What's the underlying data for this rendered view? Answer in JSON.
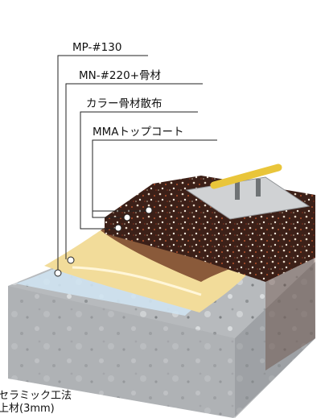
{
  "layers": [
    {
      "label": "MP-#130"
    },
    {
      "label": "MN-#220+骨材"
    },
    {
      "label": "カラー骨材散布"
    },
    {
      "label": "MMAトップコート"
    }
  ],
  "caption": {
    "line1": "セラミック工法",
    "line2": "上材(3mm)"
  },
  "colors": {
    "concrete": "#b9bcbe",
    "primer": "#cfe3f1",
    "base_coat": "#f2dc9a",
    "aggregate": "#4a2a1e",
    "top_coat": "#6b3a2a",
    "leader_line": "#222222"
  }
}
